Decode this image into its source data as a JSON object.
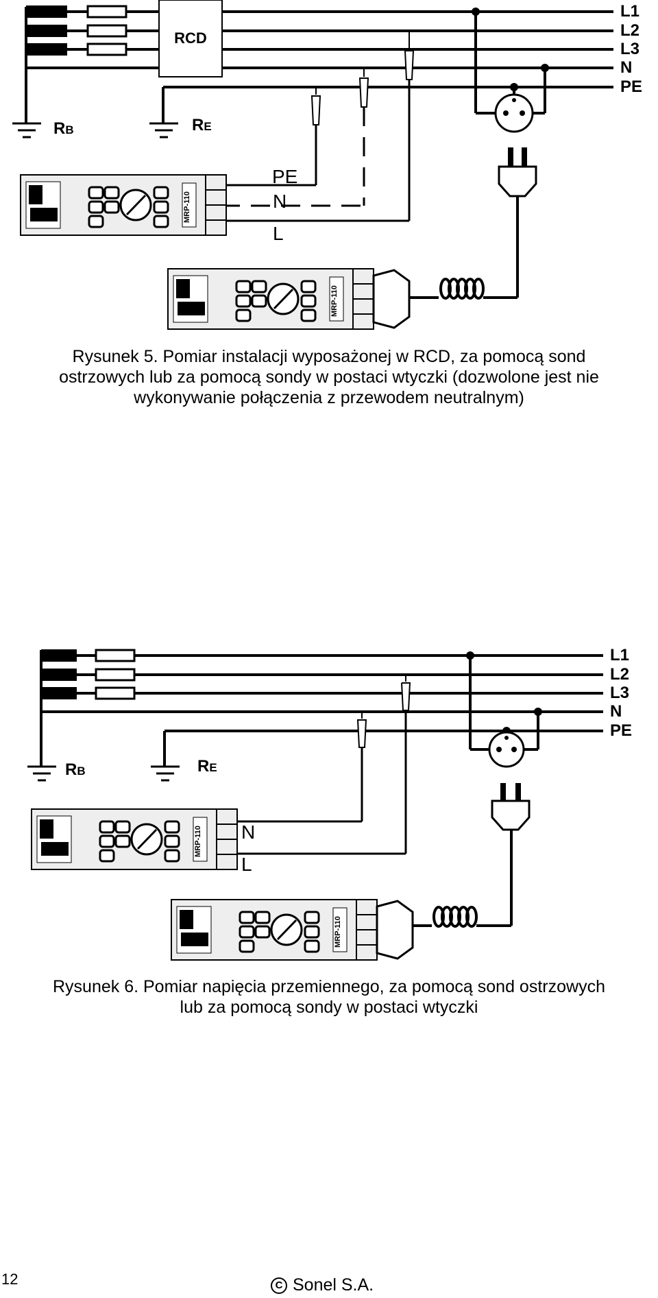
{
  "figure1": {
    "bus_labels": [
      "L1",
      "L2",
      "L3",
      "N",
      "PE"
    ],
    "rcd_label": "RCD",
    "rb_label": "R",
    "rb_sub": "B",
    "re_label": "R",
    "re_sub": "E",
    "lead_labels": [
      "PE",
      "N",
      "L"
    ],
    "meter_model": "MRP-110",
    "caption_lines": [
      "Rysunek 5. Pomiar instalacji wyposażonej w RCD, za pomocą sond",
      "ostrzowych lub za pomocą sondy w postaci wtyczki (dozwolone jest nie",
      "wykonywanie połączenia z przewodem neutralnym)"
    ]
  },
  "figure2": {
    "bus_labels": [
      "L1",
      "L2",
      "L3",
      "N",
      "PE"
    ],
    "rb_label": "R",
    "rb_sub": "B",
    "re_label": "R",
    "re_sub": "E",
    "lead_labels": [
      "N",
      "L"
    ],
    "meter_model": "MRP-110",
    "caption_lines": [
      "Rysunek 6. Pomiar napięcia przemiennego, za pomocą sond ostrzowych",
      "lub za pomocą sondy w postaci wtyczki"
    ]
  },
  "footer": {
    "page_number": "12",
    "copyright_symbol": "C",
    "company": "Sonel S.A."
  }
}
